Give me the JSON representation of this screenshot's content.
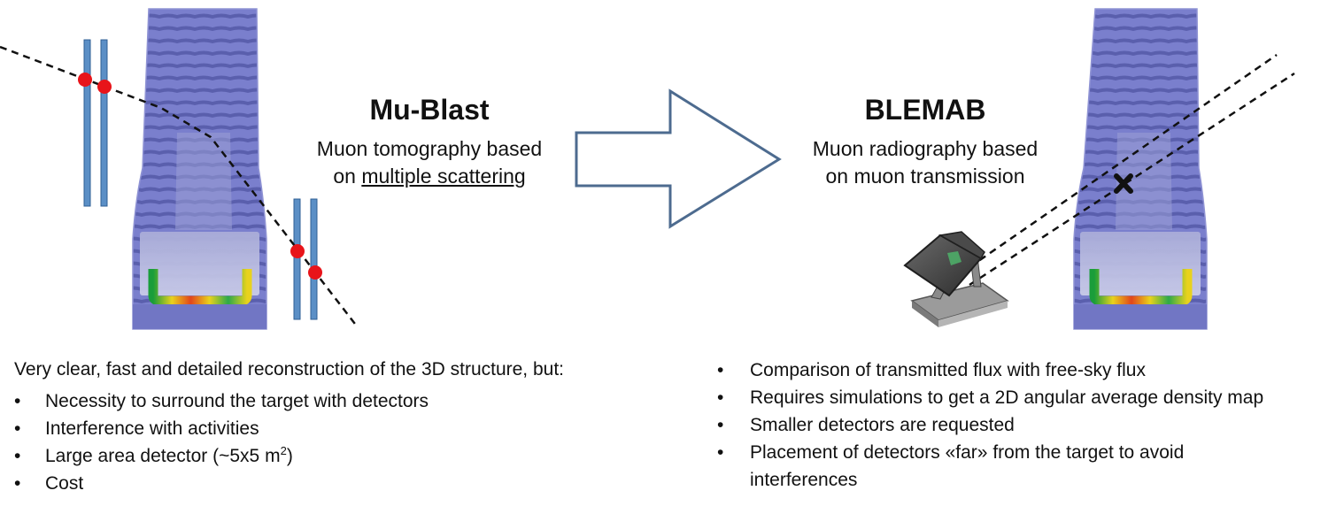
{
  "left": {
    "title": "Mu-Blast",
    "subtitle_line1": "Muon tomography based",
    "subtitle_line2_prefix": "on ",
    "subtitle_line2_underlined": "multiple scattering",
    "lead": "Very clear, fast and detailed reconstruction of the 3D structure, but:",
    "bullets": [
      "Necessity to surround the target with detectors",
      "Interference with activities",
      "Large area detector (~5x5 m",
      "Cost"
    ],
    "bullet3_superscript": "2",
    "bullet3_suffix": ")"
  },
  "right": {
    "title": "BLEMAB",
    "subtitle_line1": "Muon radiography based",
    "subtitle_line2": "on muon transmission",
    "bullets": [
      "Comparison of transmitted flux with free-sky flux",
      "Requires simulations to get a 2D angular average density map",
      "Smaller detectors are requested",
      "Placement of detectors «far» from the target to avoid interferences"
    ],
    "bullet4_line1": "Placement of detectors «far» from the target to avoid",
    "bullet4_line2": "interferences"
  },
  "colors": {
    "structure": "#6f74c4",
    "structure_stripe": "#5257a8",
    "detector_plane": "#5b8fc6",
    "detector_plane_edge": "#2f5f94",
    "hit_marker": "#e8141a",
    "arrow_outline": "#4d6b8f",
    "track": "#111111"
  },
  "icons": {
    "left_structure": "reactor-scan-image",
    "right_structure": "reactor-scan-image",
    "arrow": "hollow-right-arrow",
    "detector": "muon-telescope-icon",
    "cross": "x-mark-icon"
  }
}
